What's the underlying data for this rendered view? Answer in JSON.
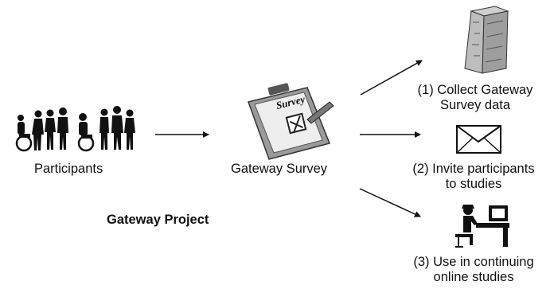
{
  "participants": {
    "label": "Participants"
  },
  "survey": {
    "label": "Gateway Survey",
    "clipboard_text": "Survey"
  },
  "project": {
    "title": "Gateway Project"
  },
  "outcomes": [
    {
      "line1": "(1) Collect Gateway",
      "line2": "Survey data",
      "icon": "database-column-icon"
    },
    {
      "line1": "(2) Invite participants",
      "line2": "to studies",
      "icon": "envelope-icon"
    },
    {
      "line1": "(3) Use in continuing",
      "line2": "online studies",
      "icon": "person-at-computer-icon"
    }
  ],
  "colors": {
    "ink": "#111111",
    "clipboard": "#9a9a9a",
    "paper": "#eeeeee"
  }
}
